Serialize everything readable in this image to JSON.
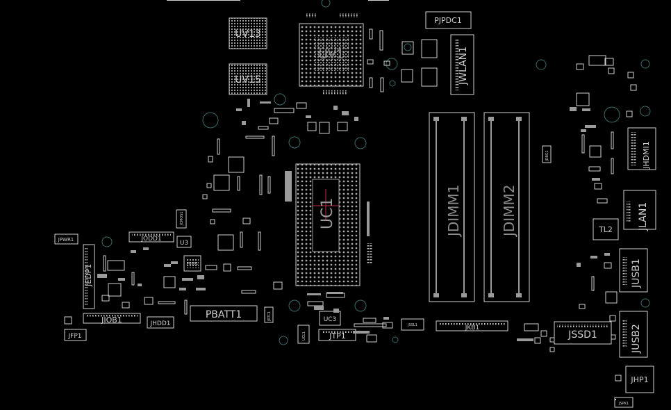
{
  "board": {
    "labels": {
      "uv13": "UV13",
      "uv15": "UV15",
      "uv1": "UV1",
      "uc1": "UC1",
      "pjpdc1": "PJPDC1",
      "jwlan1": "JWLAN1",
      "jdimm1": "JDIMM1",
      "jdimm2": "JDIMM2",
      "jhdmi1": "JHDMI1",
      "jlan1": "JLAN1",
      "tl2": "TL2",
      "jusb1": "JUSB1",
      "jusb2": "JUSB2",
      "jssd1": "JSSD1",
      "jkb1": "JKB1",
      "jhp1": "JHP1",
      "jspk1": "JSPK1",
      "jtp1": "JTP1",
      "uc3": "UC3",
      "pbatt1": "PBATT1",
      "jhdd1": "JHDD1",
      "jiob1": "JIOB1",
      "jfp1": "JFP1",
      "jedp1": "JEDP1",
      "jpwr1": "JPWR1",
      "jodd1": "JODD1",
      "u3": "U3",
      "pu601": "PU601",
      "jssl1": "JSSL1",
      "ucl1": "UCL1",
      "jdbg1": "JDBG1",
      "jcmos1": "JCMOS1",
      "jrtc1": "JRTC1"
    },
    "colors": {
      "background": "#000000",
      "silkscreen": "#d2d2d2",
      "pad": "#9a9a9a",
      "mount_hole": "#3c6b6b",
      "cpu_marker": "#c0304a"
    }
  }
}
